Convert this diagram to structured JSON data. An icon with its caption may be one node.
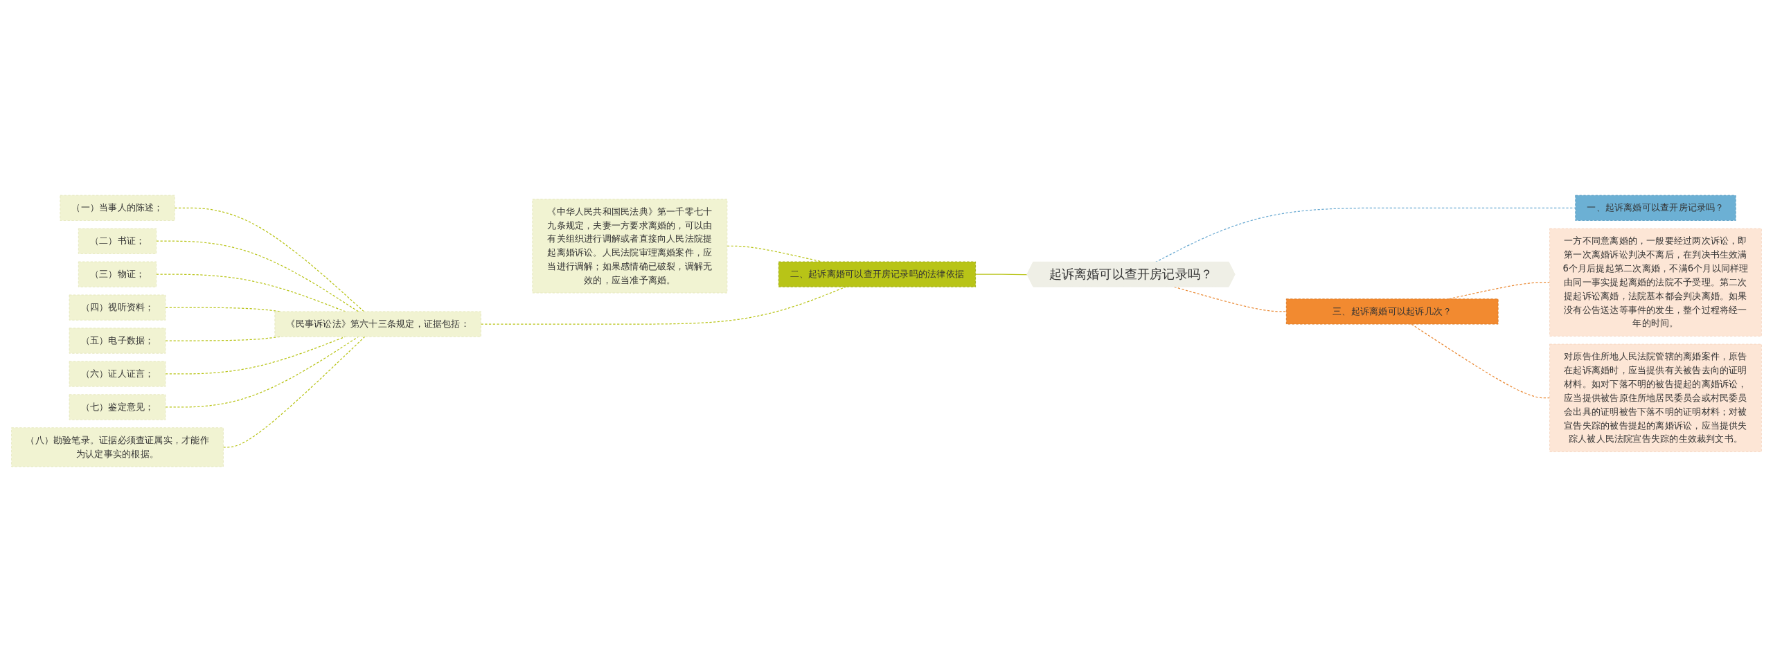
{
  "diagram": {
    "nodes": [
      {
        "text": [
          "起诉离婚可以查开房记录吗？"
        ]
      },
      {
        "text": [
          "一、起诉离婚可以查开房记录吗？"
        ]
      },
      {
        "text": [
          "二、起诉离婚可以查开房记录吗的法律依据"
        ]
      },
      {
        "text": [
          "三、起诉离婚可以起诉几次？"
        ]
      },
      {
        "text": [
          "《中华人民共和国民法典》第一千零七十九条规定，夫妻一方要求离婚的，可以由有关组织进行调解或者直接向人民法院提起离婚诉讼。人民法院审理离婚案件，应当进行调解；如果感情确已破裂，调解无效的，应当准予离婚。"
        ]
      },
      {
        "text": [
          "《民事诉讼法》第六十三条规定，证据包括："
        ]
      },
      {
        "text": [
          "（一）当事人的陈述；"
        ]
      },
      {
        "text": [
          "（二）书证；"
        ]
      },
      {
        "text": [
          "（三）物证；"
        ]
      },
      {
        "text": [
          "（四）视听资料；"
        ]
      },
      {
        "text": [
          "（五）电子数据；"
        ]
      },
      {
        "text": [
          "（六）证人证言；"
        ]
      },
      {
        "text": [
          "（七）鉴定意见；"
        ]
      },
      {
        "text": [
          "（八）勘验笔录。证据必须查证属实，才能作为认定事实的根据。"
        ]
      },
      {
        "text": [
          "一方不同意离婚的，一般要经过两次诉讼，即第一次离婚诉讼判决不离后，在判决书生效满6个月后提起第二次离婚，不满6个月以同样理由同一事实提起离婚的法院不予受理。第二次提起诉讼离婚，法院基本都会判决离婚。如果没有公告送达等事件的发生，整个过程将经一年的时间。"
        ]
      },
      {
        "text": [
          "对原告住所地人民法院管辖的离婚案件，原告在起诉离婚时，应当提供有关被告去向的证明材料。如对下落不明的被告提起的离婚诉讼，应当提供被告原住所地居民委员会或村民委员会出具的证明被告下落不明的证明材料；对被宣告失踪的被告提起的离婚诉讼，应当提供失踪人被人民法院宣告失踪的生效裁判文书。"
        ]
      }
    ],
    "edges": [
      {
        "from": 0,
        "to": 1,
        "arrow": "none",
        "style": "dashed",
        "color": "#6aaad2"
      },
      {
        "from": 0,
        "to": 2,
        "arrow": "none"
      },
      {
        "from": 0,
        "to": 3,
        "arrow": "none",
        "style": "dashed",
        "color": "#ea8a35"
      },
      {
        "from": 2,
        "to": 4,
        "arrow": "none",
        "style": "dashed"
      },
      {
        "from": 2,
        "to": 5,
        "arrow": "none",
        "style": "dashed"
      },
      {
        "from": 5,
        "to": 6,
        "arrow": "none",
        "style": "dashed"
      },
      {
        "from": 5,
        "to": 7,
        "arrow": "none",
        "style": "dashed"
      },
      {
        "from": 5,
        "to": 8,
        "arrow": "none",
        "style": "dashed"
      },
      {
        "from": 5,
        "to": 9,
        "arrow": "none",
        "style": "dashed"
      },
      {
        "from": 5,
        "to": 10,
        "arrow": "none",
        "style": "dashed"
      },
      {
        "from": 5,
        "to": 11,
        "arrow": "none",
        "style": "dashed"
      },
      {
        "from": 5,
        "to": 12,
        "arrow": "none",
        "style": "dashed"
      },
      {
        "from": 5,
        "to": 13,
        "arrow": "none",
        "style": "dashed"
      },
      {
        "from": 3,
        "to": 14,
        "arrow": "none",
        "style": "dashed",
        "color": "#ea8a35"
      },
      {
        "from": 3,
        "to": 15,
        "arrow": "none",
        "style": "dashed",
        "color": "#ea8a35"
      }
    ]
  }
}
